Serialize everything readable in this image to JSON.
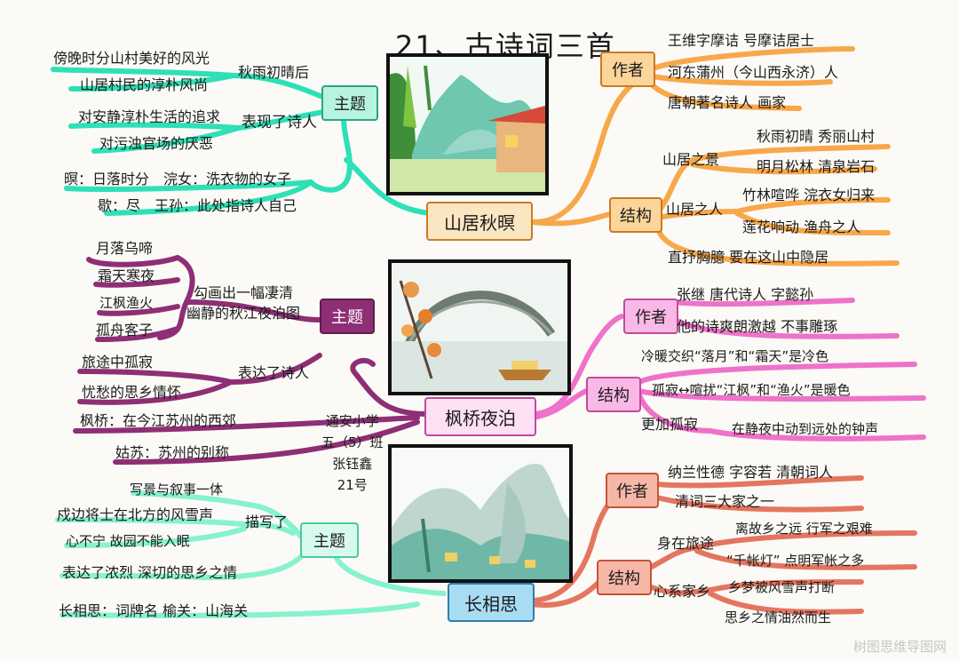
{
  "title": "21、古诗词三首",
  "colors": {
    "poem1_left": "#2ee0b6",
    "poem1_right": "#f7a84a",
    "poem2_left": "#8e2f76",
    "poem2_right": "#ef72c9",
    "poem3_left": "#86f2cf",
    "poem3_right": "#e4765f"
  },
  "poem1": {
    "center": "山居秋暝",
    "theme": {
      "label": "主题",
      "g1_label": "秋雨初晴后",
      "g1_items": [
        "傍晚时分山村美好的风光",
        "山居村民的淳朴风尚"
      ],
      "g2_label": "表现了诗人",
      "g2_items": [
        "对安静淳朴生活的追求",
        "对污浊官场的厌恶"
      ],
      "notes": [
        "暝：日落时分　浣女：洗衣物的女子",
        "歇：尽　王孙：此处指诗人自己"
      ]
    },
    "author": {
      "label": "作者",
      "items": [
        "王维字摩诘 号摩诘居士",
        "河东蒲州（今山西永济）人",
        "唐朝著名诗人 画家"
      ]
    },
    "structure": {
      "label": "结构",
      "scene_label": "山居之景",
      "scene_items": [
        "秋雨初晴 秀丽山村",
        "明月松林 清泉岩石"
      ],
      "people_label": "山居之人",
      "people_items": [
        "竹林喧哗 浣衣女归来",
        "莲花响动 渔舟之人"
      ],
      "last": "直抒胸臆 要在这山中隐居"
    }
  },
  "poem2": {
    "center": "枫桥夜泊",
    "theme": {
      "label": "主题",
      "g1_items": [
        "月落乌啼",
        "霜天寒夜",
        "江枫渔火",
        "孤舟客子"
      ],
      "g1_label": [
        "勾画出一幅凄清",
        "幽静的秋江夜泊图"
      ],
      "g2_label": "表达了诗人",
      "g2_items": [
        "旅途中孤寂",
        "忧愁的思乡情怀"
      ],
      "notes": [
        "枫桥：在今江苏州的西郊",
        "姑苏：苏州的别称"
      ]
    },
    "author": {
      "label": "作者",
      "items": [
        "张继 唐代诗人 字懿孙",
        "他的诗爽朗激越 不事雕琢"
      ]
    },
    "structure": {
      "label": "结构",
      "items": [
        "冷暖交织“落月”和“霜天”是冷色",
        "孤寂↔喧扰“江枫”和“渔火”是暖色",
        "更加孤寂"
      ],
      "extra": "在静夜中动到远处的钟声"
    }
  },
  "signature": [
    "通安小学",
    "五（5）班",
    "张钰鑫",
    "21号"
  ],
  "poem3": {
    "center": "长相思",
    "theme": {
      "label": "主题",
      "top": "写景与叙事一体",
      "g1_label": "描写了",
      "g1_items": [
        "戍边将士在北方的风雪声",
        "心不宁 故园不能入眠"
      ],
      "g2": "表达了浓烈 深切的思乡之情",
      "notes": [
        "长相思：词牌名 榆关：山海关"
      ]
    },
    "author": {
      "label": "作者",
      "items": [
        "纳兰性德 字容若 清朝词人",
        "清词三大家之一"
      ]
    },
    "structure": {
      "label": "结构",
      "travel_label": "身在旅途",
      "travel_items": [
        "离故乡之远 行军之艰难",
        "“千帐灯” 点明军帐之多"
      ],
      "home_label": "心系家乡",
      "home_items": [
        "乡梦被风雪声打断",
        "思乡之情油然而生"
      ]
    }
  },
  "watermark": "树图思维导图网"
}
